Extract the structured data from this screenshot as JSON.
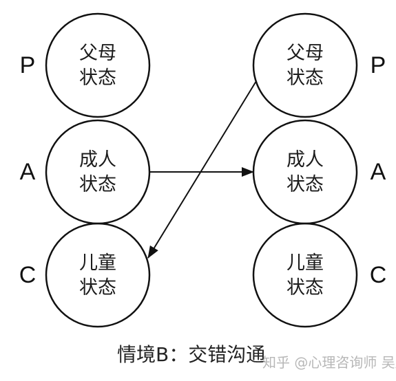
{
  "diagram": {
    "left_column": {
      "labels": [
        "P",
        "A",
        "C"
      ],
      "states": [
        {
          "line1": "父母",
          "line2": "状态"
        },
        {
          "line1": "成人",
          "line2": "状态"
        },
        {
          "line1": "儿童",
          "line2": "状态"
        }
      ]
    },
    "right_column": {
      "labels": [
        "P",
        "A",
        "C"
      ],
      "states": [
        {
          "line1": "父母",
          "line2": "状态"
        },
        {
          "line1": "成人",
          "line2": "状态"
        },
        {
          "line1": "儿童",
          "line2": "状态"
        }
      ]
    },
    "caption": "情境B：交错沟通",
    "watermark": "知乎 @心理咨询师 吴庆"
  },
  "colors": {
    "line": "#111111",
    "watermark": "#b7b7b7"
  }
}
